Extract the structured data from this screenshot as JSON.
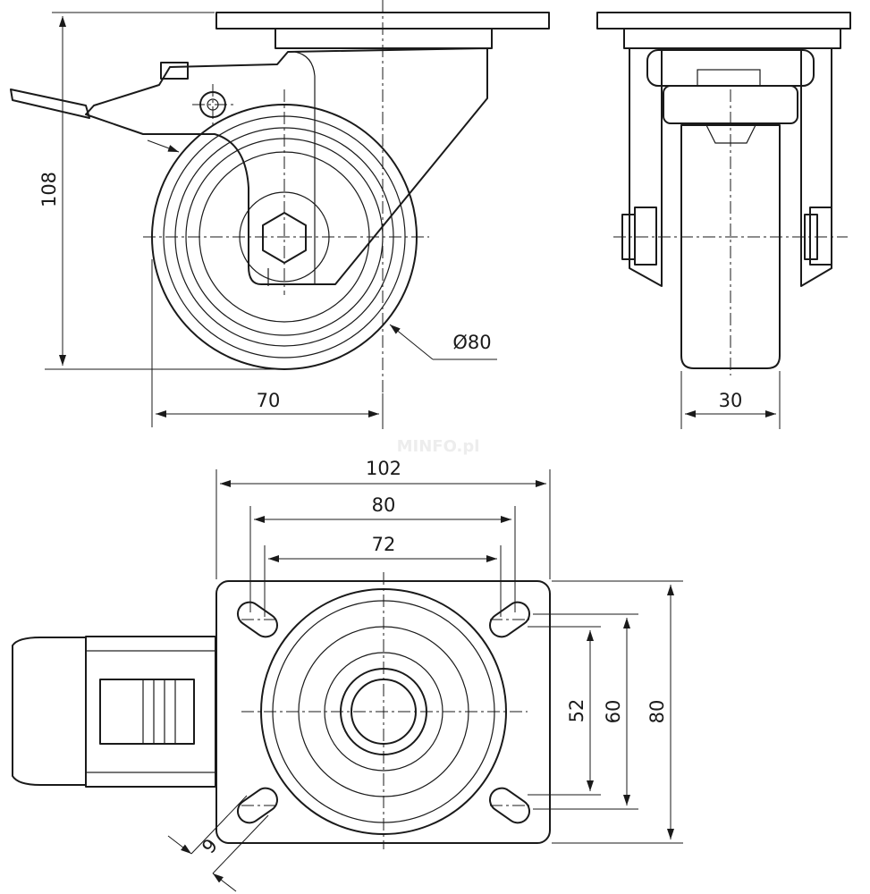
{
  "drawing": {
    "watermark": "MINFO.pl",
    "dimensions": {
      "height_total": "108",
      "offset": "70",
      "wheel_diameter": "Ø80",
      "wheel_width": "30",
      "plate_width": "102",
      "hole_spacing_outer": "80",
      "hole_spacing_inner": "72",
      "slot_spacing_inner": "52",
      "slot_spacing_outer": "60",
      "plate_length": "80",
      "slot_width": "9"
    }
  }
}
